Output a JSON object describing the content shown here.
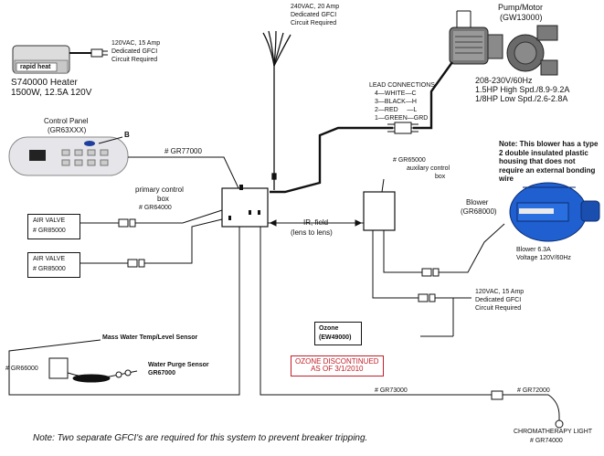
{
  "heater": {
    "brand": "rapid heat",
    "power_label": "120VAC, 15 Amp",
    "power_label2": "Dedicated GFCI",
    "power_label3": "Circuit Required",
    "model": "S740000 Heater",
    "spec": "1500W, 12.5A 120V"
  },
  "main_supply": {
    "line1": "240VAC, 20 Amp",
    "line2": "Dedicated GFCI",
    "line3": "Circuit Required"
  },
  "pump": {
    "title": "Pump/Motor",
    "part": "(GW13000)",
    "spec1": "208-230V/60Hz",
    "spec2": "1.5HP High Spd./8.9-9.2A",
    "spec3": "1/8HP Low Spd./2.6-2.8A"
  },
  "lead_connections": {
    "title": "LEAD CONNECTIONS",
    "rows": [
      "4—WHITE—C",
      "3—BLACK—H",
      "2—RED     —L",
      "1—GREEN—GRD"
    ]
  },
  "control_panel": {
    "title": "Control Panel",
    "part": "(GR63XXX)",
    "marker": "B",
    "cable_part": "# GR77000"
  },
  "primary_box": {
    "label1": "primary control",
    "label2": "box",
    "part": "# GR64000"
  },
  "aux_box": {
    "part": "# GR65000",
    "label1": "auxilary control",
    "label2": "box"
  },
  "ir_link": {
    "label1": "IR, field",
    "label2": "(lens to lens)"
  },
  "air_valves": [
    {
      "label": "AIR VALVE",
      "part": "# GR85000"
    },
    {
      "label": "AIR VALVE",
      "part": "# GR85000"
    }
  ],
  "blower": {
    "note": "Note: This blower has a type 2 double insulated plastic housing that does not require an external bonding wire",
    "title": "Blower",
    "part": "(GR68000)",
    "spec1": "Blower 6.3A",
    "spec2": "Voltage 120V/60Hz"
  },
  "blower_supply": {
    "line1": "120VAC, 15 Amp",
    "line2": "Dedicated GFCI",
    "line3": "Circuit Required"
  },
  "ozone": {
    "label": "Ozone",
    "part": "(EW49000)",
    "discontinued1": "OZONE DISCONTINUED",
    "discontinued2": "AS OF 3/1/2010"
  },
  "sensors": {
    "part": "# GR66000",
    "mass_label": "Mass Water Temp/Level Sensor",
    "purge_label": "Water Purge Sensor",
    "purge_part": "GR67000"
  },
  "light": {
    "cable_part": "# GR73000",
    "connector_part": "# GR72000",
    "title": "CHROMATHERAPY LIGHT",
    "part": "# GR74000"
  },
  "footer_note": "Note: Two separate GFCI's are required for this system to prevent breaker tripping.",
  "colors": {
    "line": "#111111",
    "panel": "#e6e6ea",
    "blower": "#1f5fd0",
    "pump": "#555555",
    "heater": "#dcdcdc",
    "discontinued": "#c0202a"
  }
}
